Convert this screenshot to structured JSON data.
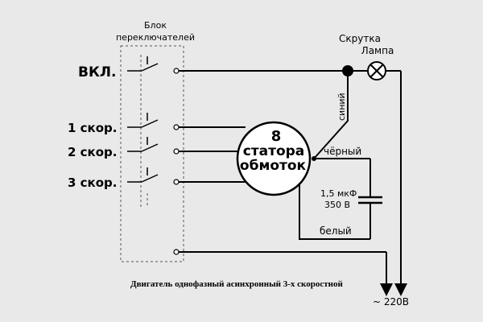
{
  "switch_block": {
    "title_line1": "Блок",
    "title_line2": "переключателей"
  },
  "switches": {
    "on": "ВКЛ.",
    "speed1": "1 скор.",
    "speed2": "2 скор.",
    "speed3": "3 скор."
  },
  "twist_label": "Скрутка",
  "lamp_label": "Лампа",
  "motor": {
    "line1": "8",
    "line2": "статора",
    "line3": "обмоток"
  },
  "wires": {
    "blue": "синий",
    "black": "чёрный",
    "white": "белый"
  },
  "capacitor": {
    "capacitance": "1,5 мкФ",
    "voltage": "350 В"
  },
  "caption": "Двигатель однофазный асинхронный 3-х скоростной",
  "supply": "~ 220В"
}
